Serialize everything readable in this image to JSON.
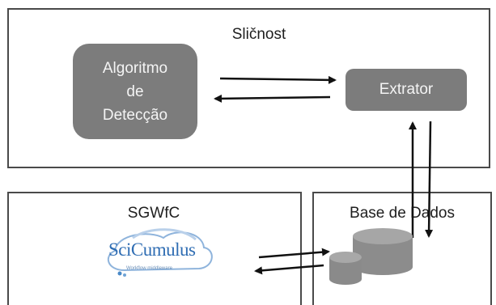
{
  "top_panel": {
    "title": "Sličnost"
  },
  "algorithm": {
    "line1": "Algoritmo",
    "line2": "de",
    "line3": "Detecção"
  },
  "extractor": {
    "label": "Extrator"
  },
  "left_panel": {
    "title": "SGWfC"
  },
  "right_panel": {
    "title": "Base de Dados"
  },
  "logo": {
    "name": "SciCumulus",
    "tagline": "Workflow middleware"
  },
  "colors": {
    "node_fill": "#7c7c7c",
    "cylinder_fill": "#8c8c8c",
    "border": "#4a4a4a",
    "logo_blue": "#2f6db3"
  }
}
